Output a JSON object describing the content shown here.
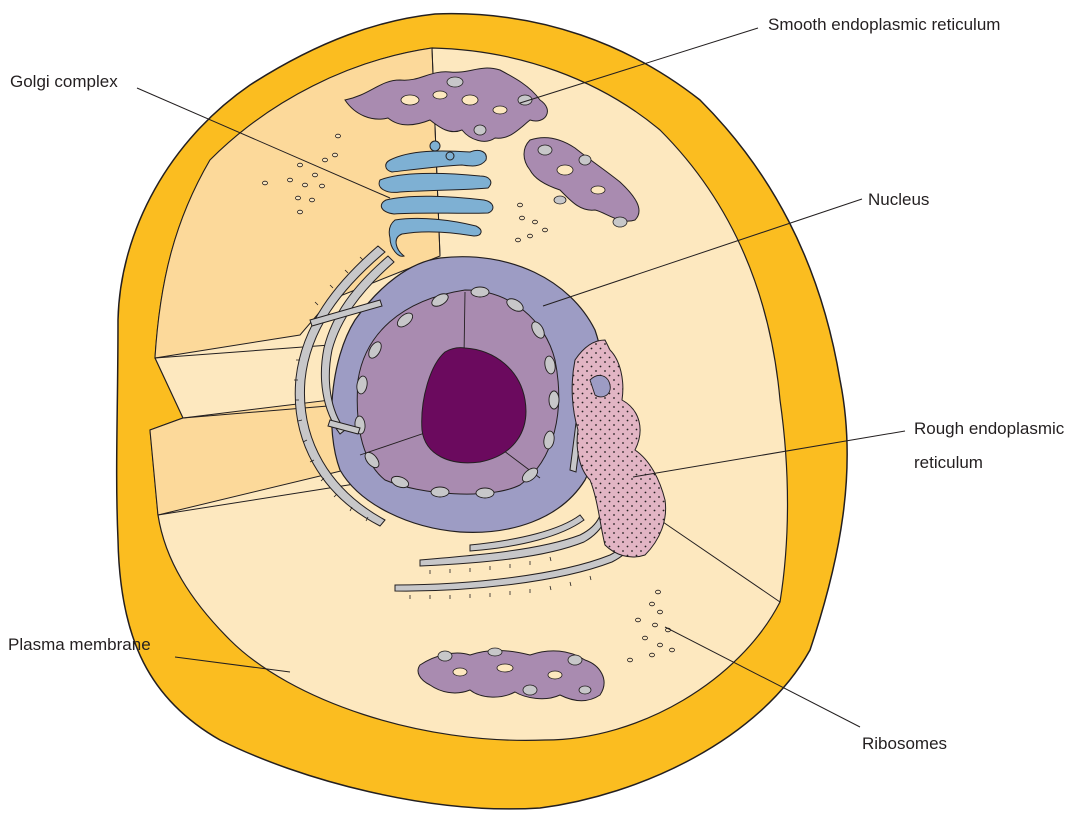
{
  "labels": {
    "smooth_er": "Smooth endoplasmic reticulum",
    "golgi": "Golgi complex",
    "nucleus": "Nucleus",
    "rough_er_line1": "Rough endoplasmic",
    "rough_er_line2": "reticulum",
    "plasma_membrane": "Plasma membrane",
    "ribosomes": "Ribosomes"
  },
  "colors": {
    "membrane": "#fbbd20",
    "cytoplasm": "#fde8bf",
    "cytoplasm_shade": "#fcd99a",
    "nucleus_outer": "#9d9cc4",
    "nucleus_inner": "#a98bb0",
    "nucleolus": "#6b0a5e",
    "smooth_er": "#a98bb0",
    "golgi": "#7eb0d3",
    "rough_er": "#e2b5c4",
    "er_tube": "#c7c7c9",
    "outline": "#231f20"
  }
}
